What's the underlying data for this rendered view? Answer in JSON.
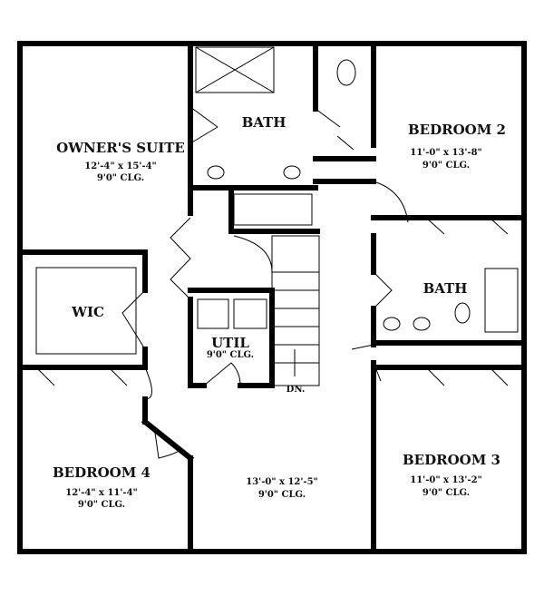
{
  "rooms": {
    "owners_suite": {
      "name": "OWNER'S SUITE",
      "size": "12'-4\" x 15'-4\"",
      "ceiling": "9'0\" CLG."
    },
    "bath_owner": {
      "name": "BATH"
    },
    "bedroom2": {
      "name": "BEDROOM 2",
      "size": "11'-0\" x 13'-8\"",
      "ceiling": "9'0\" CLG."
    },
    "bath2": {
      "name": "BATH"
    },
    "wic": {
      "name": "WIC"
    },
    "util": {
      "name": "UTIL",
      "ceiling": "9'0\" CLG."
    },
    "stairs": {
      "label": "DN."
    },
    "bedroom4": {
      "name": "BEDROOM 4",
      "size": "12'-4\" x 11'-4\"",
      "ceiling": "9'0\" CLG."
    },
    "loft": {
      "size": "13'-0\" x 12'-5\"",
      "ceiling": "9'0\" CLG."
    },
    "bedroom3": {
      "name": "BEDROOM 3",
      "size": "11'-0\" x 13'-2\"",
      "ceiling": "9'0\" CLG."
    }
  }
}
